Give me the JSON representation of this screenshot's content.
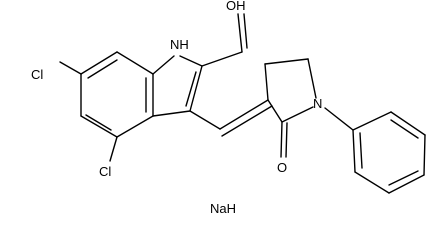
{
  "structure": {
    "atoms": {
      "cl6": "Cl",
      "cl4": "Cl",
      "nh": "NH",
      "oh": "OH",
      "carbonyl_o": "O",
      "ring_n": "N"
    },
    "counterion": "NaH"
  },
  "colors": {
    "bond": "#000000",
    "label": "#000000",
    "background": "#ffffff"
  }
}
